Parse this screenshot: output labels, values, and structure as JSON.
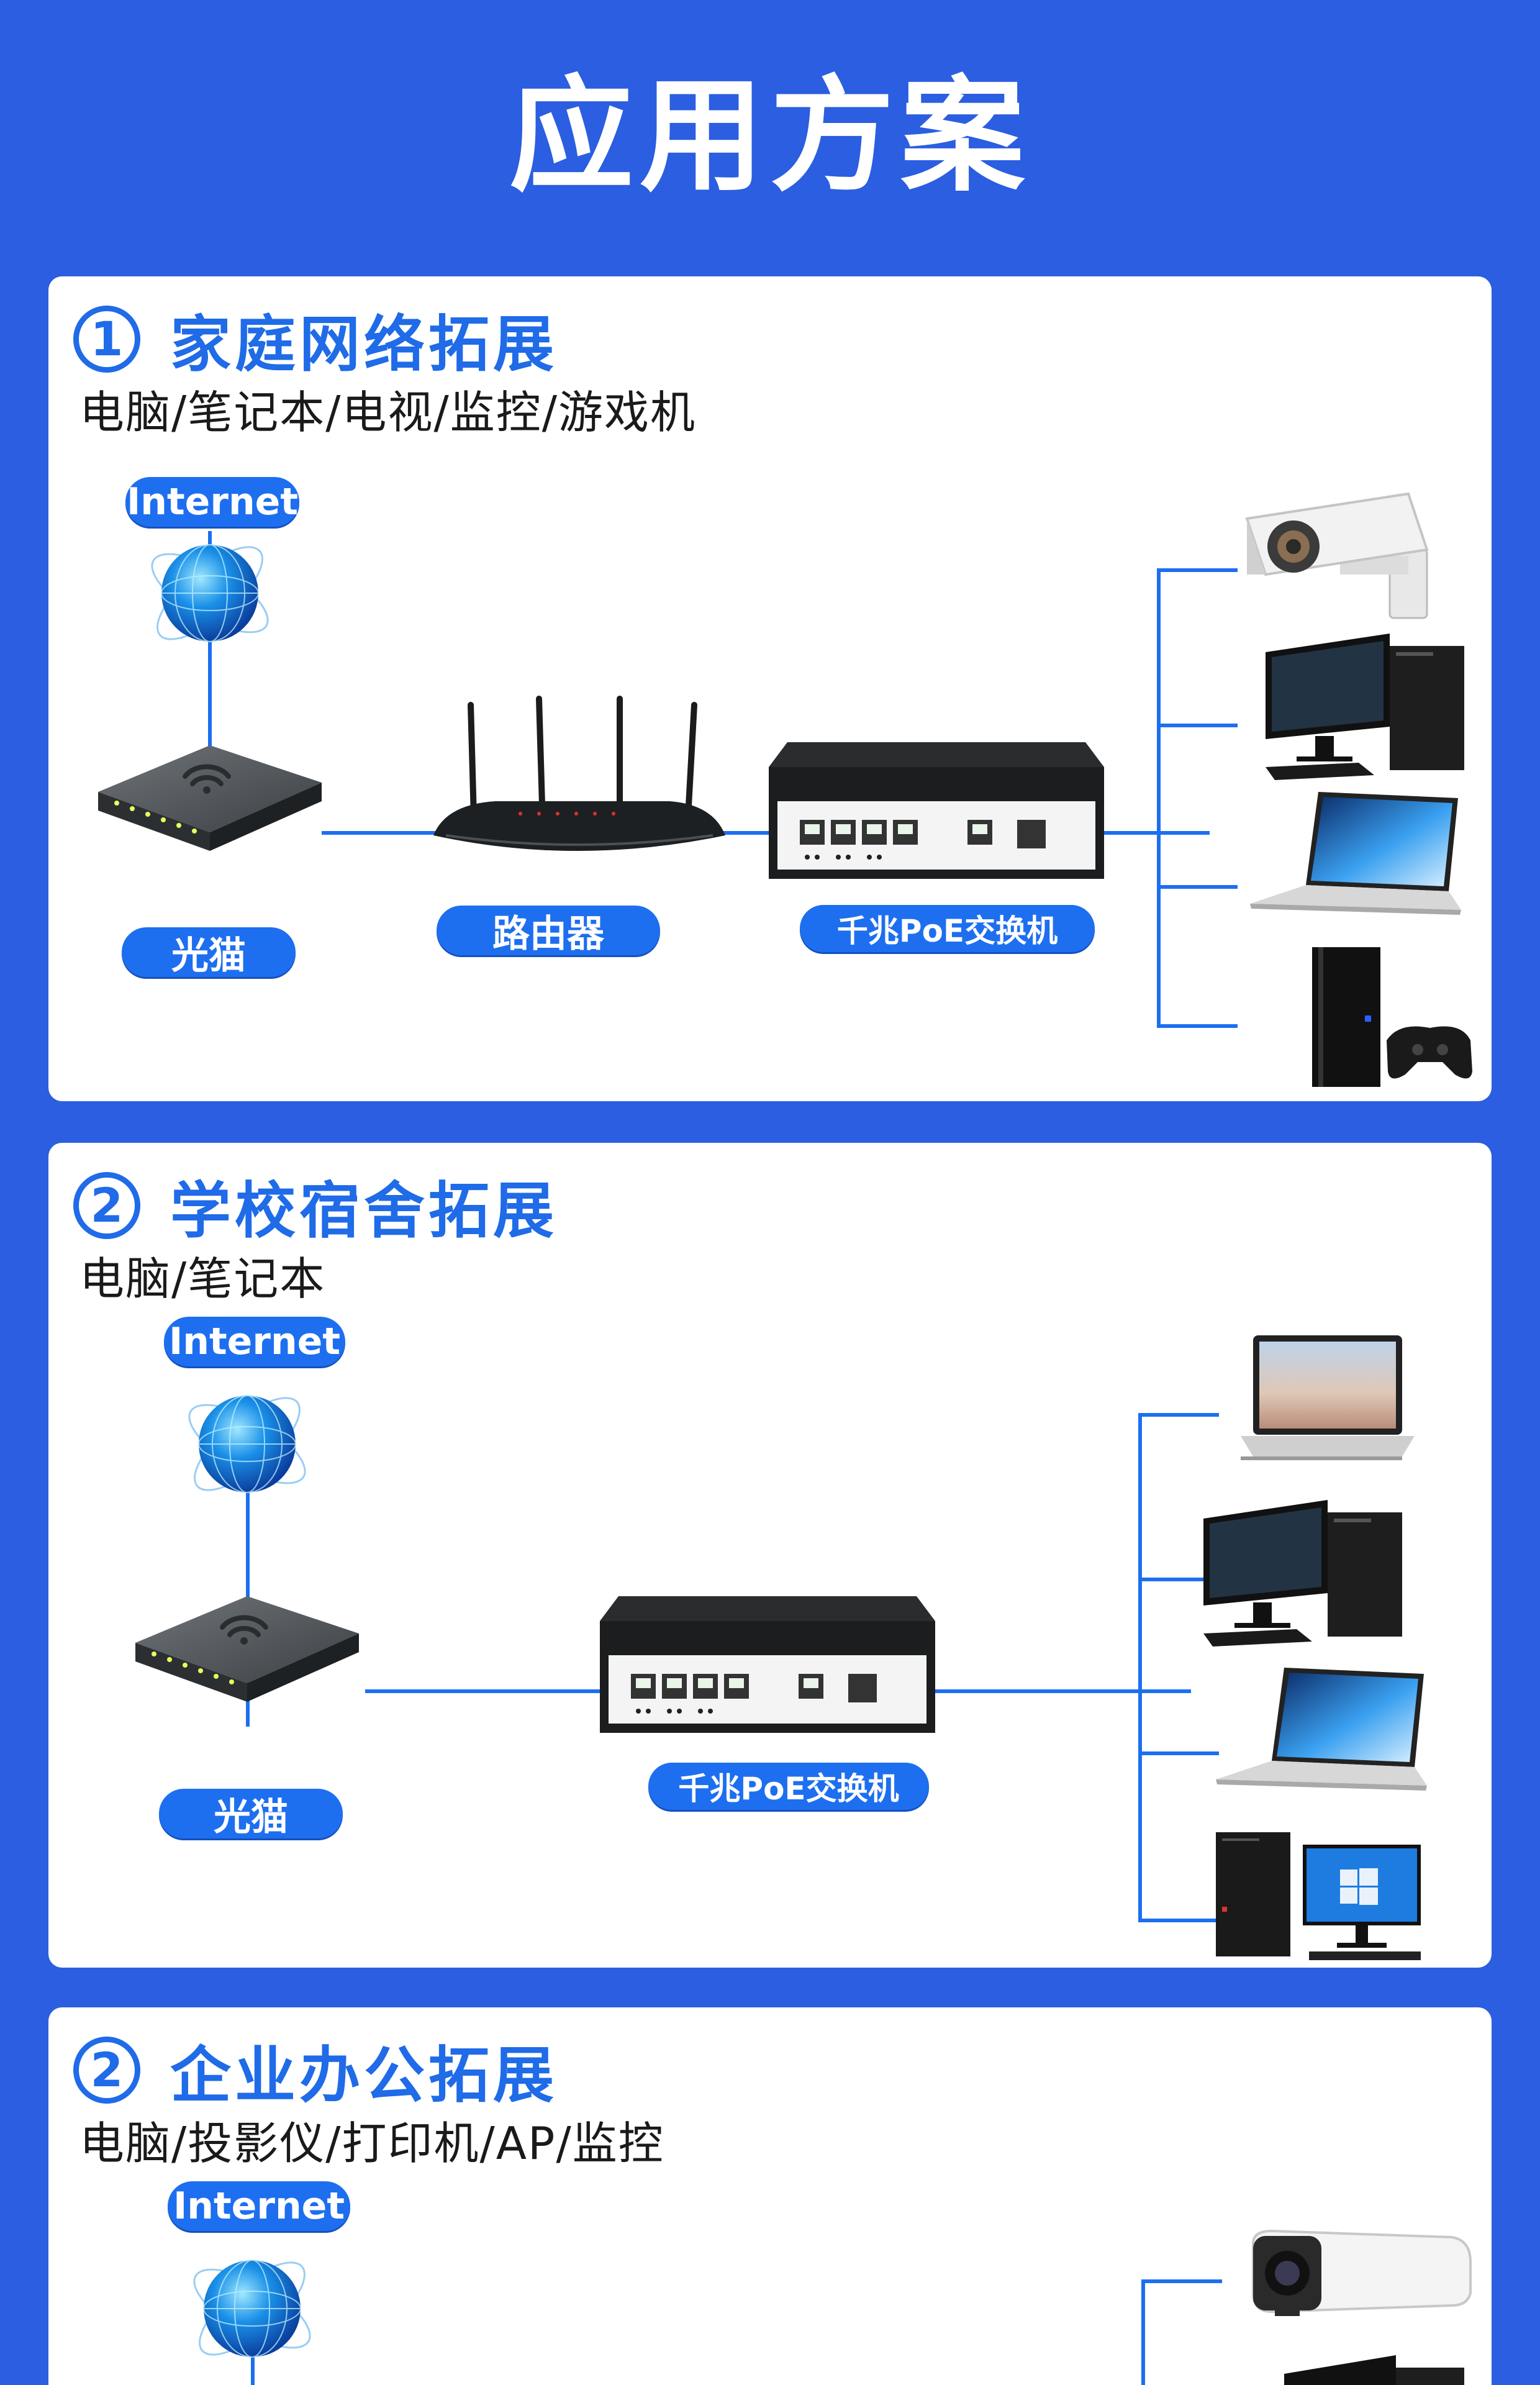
{
  "page": {
    "title": "应用方案"
  },
  "sections": [
    {
      "number": "1",
      "title": "家庭网络拓展",
      "subtitle": "电脑/笔记本/电视/监控/游戏机",
      "labels": {
        "internet": "Internet",
        "modem": "光猫",
        "router": "路由器",
        "switch": "千兆PoE交换机"
      },
      "endpoints": [
        "security-camera",
        "desktop-computer",
        "laptop",
        "game-console"
      ]
    },
    {
      "number": "2",
      "title": "学校宿舍拓展",
      "subtitle": "电脑/笔记本",
      "labels": {
        "internet": "Internet",
        "modem": "光猫",
        "switch": "千兆PoE交换机"
      },
      "endpoints": [
        "laptop",
        "desktop-computer",
        "laptop",
        "desktop-tower-monitor"
      ]
    },
    {
      "number": "2",
      "title": "企业办公拓展",
      "subtitle": "电脑/投影仪/打印机/AP/监控",
      "labels": {
        "internet": "Internet"
      },
      "endpoints": [
        "bullet-camera",
        "desktop-computer"
      ]
    }
  ],
  "colors": {
    "background": "#2b5ee0",
    "accent": "#1d6ff0",
    "panel": "#ffffff"
  }
}
